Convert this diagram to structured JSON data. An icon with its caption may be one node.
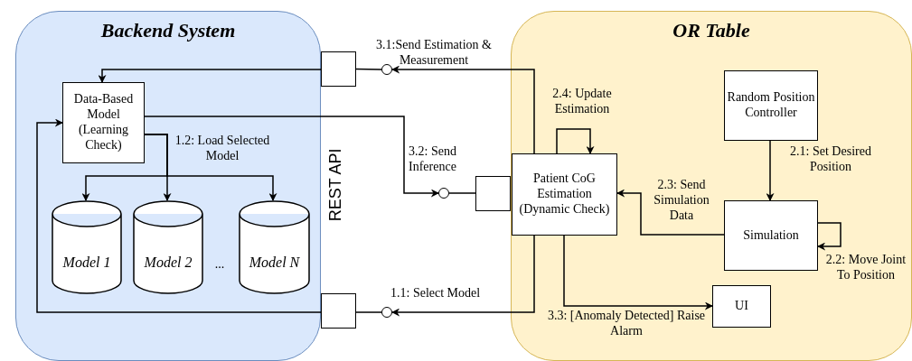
{
  "diagram": {
    "nodes": [
      {
        "text": [
          "Backend System"
        ]
      },
      {
        "text": [
          "Data-Based Model (Learning Check)"
        ],
        "in": 0
      },
      {
        "text": [
          "Model 1"
        ],
        "in": 0
      },
      {
        "text": [
          "Model 2"
        ],
        "in": 0
      },
      {
        "text": [
          "Model N"
        ],
        "in": 0
      },
      {
        "text": [],
        "shape": "box"
      },
      {
        "text": [],
        "shape": "box"
      },
      {
        "text": [],
        "shape": "circle"
      },
      {
        "text": [],
        "shape": "circle"
      },
      {
        "text": [],
        "shape": "circle"
      },
      {
        "text": [],
        "shape": "box"
      },
      {
        "text": [
          "OR Table"
        ]
      },
      {
        "text": [
          "Patient CoG Estimation (Dynamic Check)"
        ],
        "in": 11
      },
      {
        "text": [
          "Random Position Controller"
        ],
        "in": 11
      },
      {
        "text": [
          "Simulation"
        ],
        "in": 11
      },
      {
        "text": [
          "UI"
        ],
        "in": 11
      }
    ],
    "edges": [
      {
        "from": 12,
        "to": 7,
        "arrow": "to",
        "label": "3.1:Send Estimation & Measurement"
      },
      {
        "from": 7,
        "to": 5,
        "arrow": "none"
      },
      {
        "from": 5,
        "to": 1,
        "arrow": "to"
      },
      {
        "from": 1,
        "to": 8,
        "arrow": "to",
        "label": "3.2: Send Inference"
      },
      {
        "from": 8,
        "to": 10,
        "arrow": "none"
      },
      {
        "from": 1,
        "to": 2,
        "arrow": "to"
      },
      {
        "from": 1,
        "to": 3,
        "arrow": "to",
        "label": "1.2: Load Selected Model"
      },
      {
        "from": 1,
        "to": 4,
        "arrow": "to"
      },
      {
        "from": 12,
        "to": 9,
        "arrow": "to",
        "label": "1.1: Select Model"
      },
      {
        "from": 9,
        "to": 6,
        "arrow": "none"
      },
      {
        "from": 6,
        "to": 1,
        "arrow": "to"
      },
      {
        "from": 12,
        "to": 12,
        "arrow": "to",
        "label": "2.4: Update Estimation"
      },
      {
        "from": 13,
        "to": 14,
        "arrow": "to",
        "label": "2.1: Set Desired Position"
      },
      {
        "from": 14,
        "to": 12,
        "arrow": "to",
        "label": "2.3: Send Simulation Data"
      },
      {
        "from": 14,
        "to": 14,
        "arrow": "to",
        "label": "2.2: Move Joint To Position"
      },
      {
        "from": 12,
        "to": 15,
        "arrow": "to",
        "label": "3.3: [Anomaly Detected] Raise Alarm"
      }
    ],
    "labels": [
      "REST API",
      "..."
    ]
  }
}
